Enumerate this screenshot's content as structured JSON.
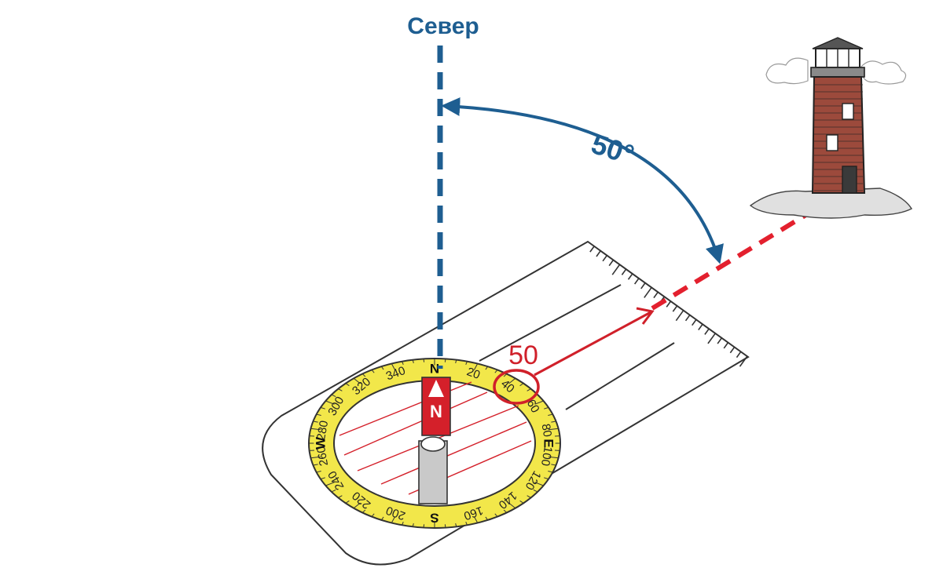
{
  "north_label": "Север",
  "angle_label": "50°",
  "bearing_label": "50",
  "bearing_degrees": 50,
  "needle_label": "N",
  "dial": {
    "numbers": [
      "20",
      "40",
      "60",
      "80",
      "100",
      "120",
      "140",
      "160",
      "200",
      "220",
      "240",
      "260",
      "280",
      "300",
      "320",
      "340"
    ],
    "cardinals": [
      "N",
      "E",
      "S",
      "W"
    ]
  },
  "colors": {
    "north_line": "#1e5e91",
    "bearing_line": "#e3202e",
    "dial_ring": "#f2e74a",
    "needle_north": "#d4202a",
    "needle_south": "#c9c9c9"
  },
  "icons": [
    "lighthouse-icon",
    "compass-icon"
  ]
}
